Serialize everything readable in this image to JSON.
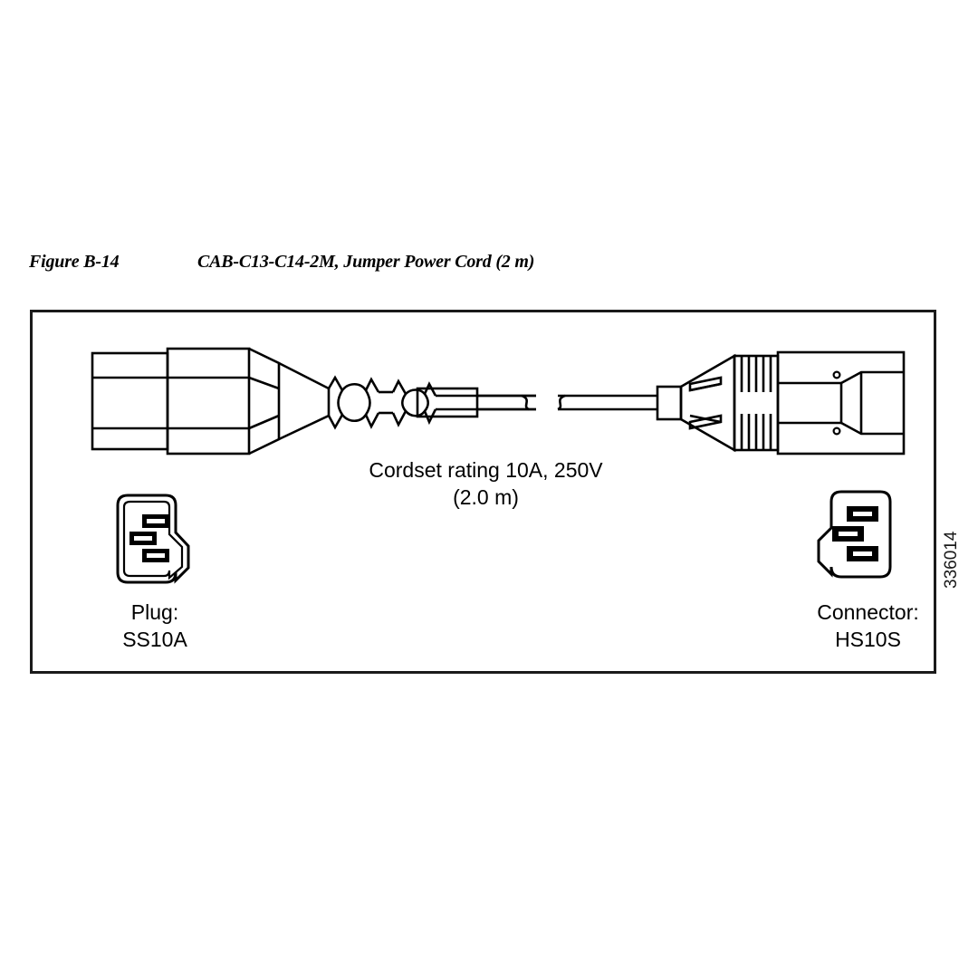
{
  "figure": {
    "label": "Figure B-14",
    "title": "CAB-C13-C14-2M, Jumper Power Cord (2 m)",
    "drawing_number": "336014",
    "border_color": "#1a1a1a",
    "line_color": "#000000",
    "background": "#ffffff"
  },
  "diagram": {
    "type": "technical-line-drawing",
    "subject": "AC jumper power cord assembly",
    "cordset_rating_line1": "Cordset rating 10A, 250V",
    "cordset_rating_line2": "(2.0 m)",
    "left_end": {
      "name": "plug",
      "label_line1": "Plug:",
      "label_line2": "SS10A",
      "icon": "iec-c13-socket-icon",
      "slot_count": 3
    },
    "right_end": {
      "name": "connector",
      "label_line1": "Connector:",
      "label_line2": "HS10S",
      "icon": "iec-c14-plug-icon",
      "pin_count": 3
    },
    "cable": {
      "has_break_symbol": true,
      "break_meaning": "cable shortened for illustration",
      "sleeve_marker": true
    }
  }
}
